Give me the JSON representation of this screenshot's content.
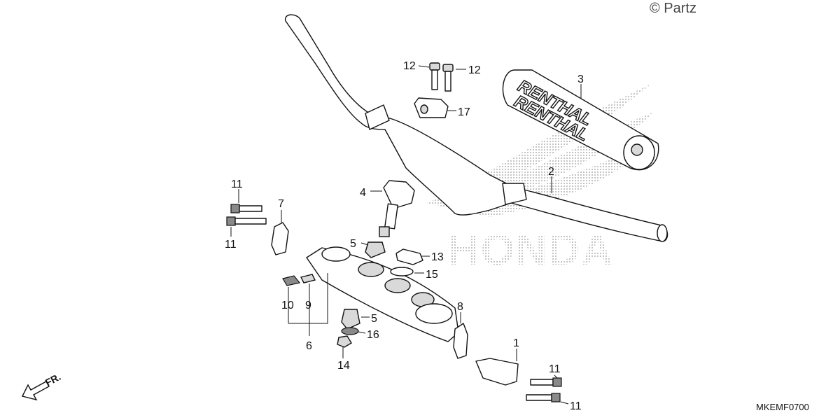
{
  "watermark": {
    "copyright": "© Partz",
    "brand": "HONDA"
  },
  "diagram_code": "MKEMF0700",
  "front_arrow_label": "FR.",
  "grip_brand": "RENTHAL",
  "callouts": [
    {
      "id": "c1",
      "label": "1"
    },
    {
      "id": "c2",
      "label": "2"
    },
    {
      "id": "c3",
      "label": "3"
    },
    {
      "id": "c4",
      "label": "4"
    },
    {
      "id": "c5a",
      "label": "5"
    },
    {
      "id": "c5b",
      "label": "5"
    },
    {
      "id": "c6",
      "label": "6"
    },
    {
      "id": "c7",
      "label": "7"
    },
    {
      "id": "c8",
      "label": "8"
    },
    {
      "id": "c9",
      "label": "9"
    },
    {
      "id": "c10",
      "label": "10"
    },
    {
      "id": "c11a",
      "label": "11"
    },
    {
      "id": "c11b",
      "label": "11"
    },
    {
      "id": "c11c",
      "label": "11"
    },
    {
      "id": "c11d",
      "label": "11"
    },
    {
      "id": "c12a",
      "label": "12"
    },
    {
      "id": "c12b",
      "label": "12"
    },
    {
      "id": "c13",
      "label": "13"
    },
    {
      "id": "c14",
      "label": "14"
    },
    {
      "id": "c15",
      "label": "15"
    },
    {
      "id": "c16",
      "label": "16"
    },
    {
      "id": "c17",
      "label": "17"
    }
  ],
  "colors": {
    "ink": "#111111",
    "watermark": "#9a9a9a"
  }
}
